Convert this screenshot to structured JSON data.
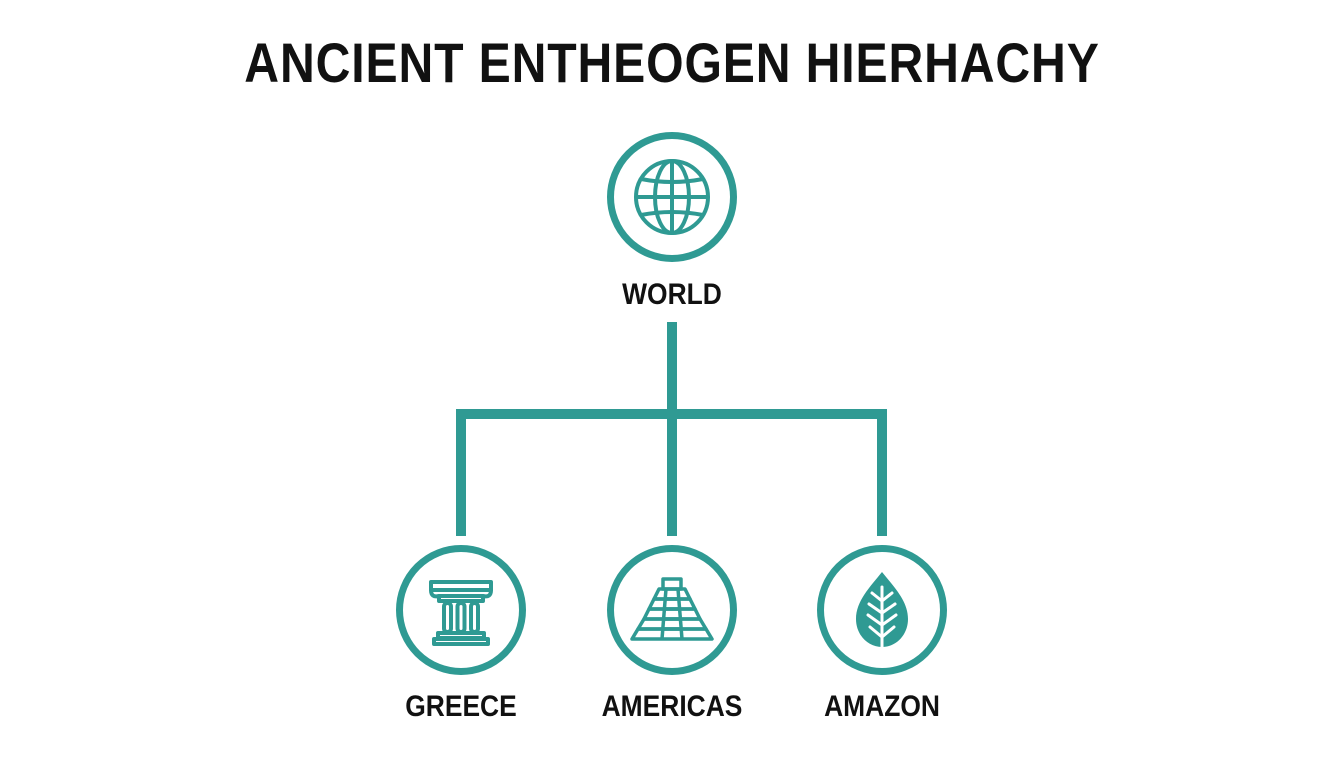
{
  "title": "ANCIENT ENTHEOGEN HIERHACHY",
  "accent_color": "#2f9a93",
  "text_color": "#111111",
  "root": {
    "label": "WORLD",
    "icon": "globe-icon"
  },
  "children": [
    {
      "label": "GREECE",
      "icon": "greek-column-icon"
    },
    {
      "label": "AMERICAS",
      "icon": "step-pyramid-icon"
    },
    {
      "label": "AMAZON",
      "icon": "leaf-icon"
    }
  ]
}
